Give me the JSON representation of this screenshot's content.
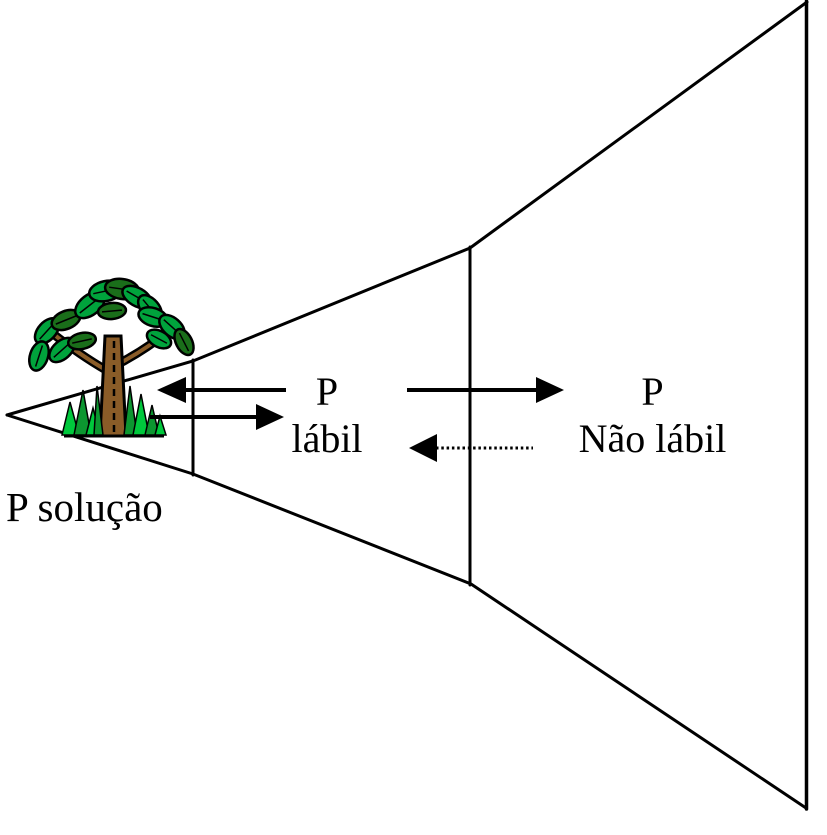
{
  "diagram": {
    "kind": "phosphorus-pools-funnel",
    "compartments": [
      {
        "id": "p-solucao",
        "label": "P solução"
      },
      {
        "id": "p-labil",
        "label_line1": "P",
        "label_line2": "lábil"
      },
      {
        "id": "p-nao-labil",
        "label_line1": "P",
        "label_line2": "Não lábil"
      }
    ],
    "flows": [
      {
        "from": "p-labil",
        "to": "p-solucao",
        "style": "solid",
        "direction": "left"
      },
      {
        "from": "p-solucao",
        "to": "p-labil",
        "style": "solid",
        "direction": "right"
      },
      {
        "from": "p-labil",
        "to": "p-nao-labil",
        "style": "solid",
        "direction": "right"
      },
      {
        "from": "p-nao-labil",
        "to": "p-labil",
        "style": "dotted",
        "direction": "left"
      }
    ],
    "illustration": "tree-with-grass-clipart",
    "colors": {
      "line": "#000000",
      "text": "#000000",
      "background": "#ffffff",
      "leaf_green": "#00a33c",
      "leaf_dark_green": "#1a6e1a",
      "trunk_brown": "#8a5c28",
      "grass_green": "#00c83c",
      "grass_dark_green": "#0c9630"
    }
  }
}
